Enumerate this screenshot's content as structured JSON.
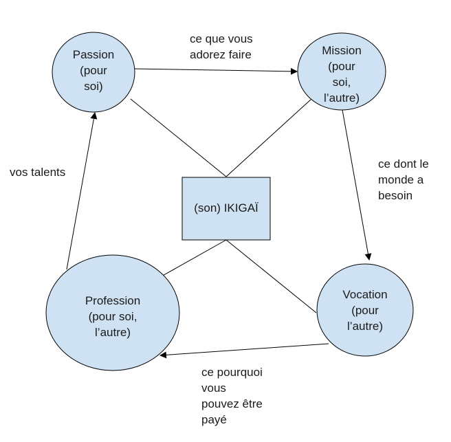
{
  "colors": {
    "node_fill": "#cfe2f3",
    "node_stroke": "#000000",
    "line": "#000000",
    "text": "#1a1a1a",
    "background": "#ffffff"
  },
  "nodes": {
    "passion": [
      "Passion",
      "(pour",
      "soi)"
    ],
    "mission": [
      "Mission",
      "(pour",
      "soi,",
      "l’autre)"
    ],
    "ikigai": [
      "(son) IKIGAÏ"
    ],
    "profession": [
      "Profession",
      "(pour soi,",
      "l’autre)"
    ],
    "vocation": [
      "Vocation",
      "(pour",
      "l’autre)"
    ]
  },
  "edge_labels": {
    "passion_mission": [
      "ce que vous",
      "adorez faire"
    ],
    "mission_vocation": [
      "ce dont le",
      "monde a",
      "besoin"
    ],
    "vocation_profession": [
      "ce pourquoi",
      "vous",
      "pouvez être",
      "payé"
    ],
    "profession_passion": [
      "vos talents"
    ]
  }
}
